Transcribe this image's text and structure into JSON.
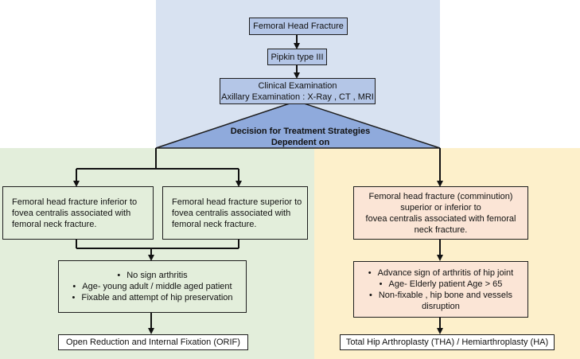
{
  "flowchart": {
    "femoral_head_fracture": "Femoral Head Fracture",
    "pipkin": "Pipkin type III",
    "clinical_exam_line1": "Clinical Examination",
    "clinical_exam_line2": "Axillary Examination : X-Ray , CT , MRI",
    "decision_line1": "Decision for Treatment Strategies",
    "decision_line2": "Dependent on",
    "left_a": [
      "Femoral head fracture inferior to",
      "fovea centralis associated with",
      "femoral neck fracture."
    ],
    "left_b": [
      "Femoral head fracture superior to",
      "fovea centralis associated with",
      "femoral neck fracture."
    ],
    "left_criteria": [
      "No sign arthritis",
      "Age- young adult / middle aged patient",
      "Fixable and attempt of hip preservation"
    ],
    "left_outcome": "Open Reduction and Internal Fixation (ORIF)",
    "right_a": [
      "Femoral head fracture (comminution)",
      "superior or inferior  to",
      "fovea centralis associated with femoral",
      "neck fracture."
    ],
    "right_criteria": [
      "Advance sign of arthritis of hip joint",
      "Age- Elderly patient Age > 65",
      "Non-fixable , hip bone and vessels"
    ],
    "right_criteria_cont": "disruption",
    "right_outcome": "Total Hip Arthroplasty (THA) / Hemiarthroplasty (HA)"
  },
  "colors": {
    "top_region": "#d8e2f1",
    "left_region": "#e3eedb",
    "right_region": "#fdf0cb",
    "blue_box": "#b4c6e7",
    "peach_box": "#fbe5d6",
    "triangle": "#8faadc"
  }
}
